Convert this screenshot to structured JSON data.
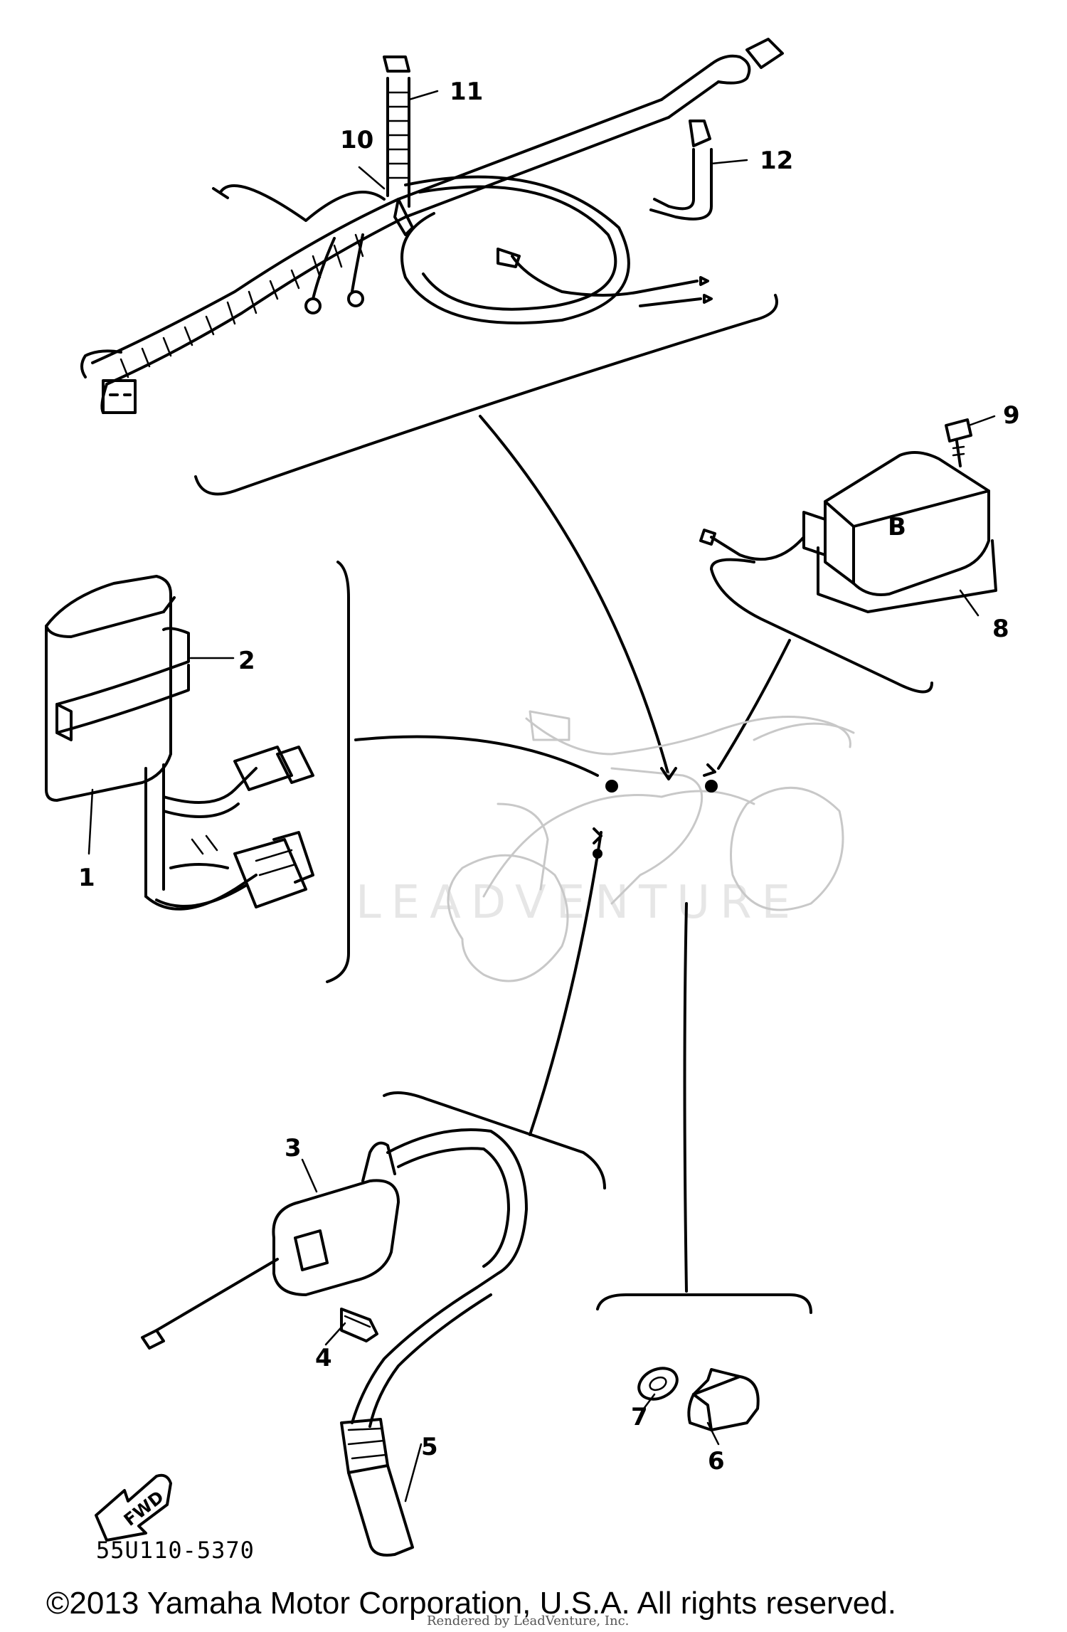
{
  "diagram": {
    "part_labels": {
      "p1": "1",
      "p2": "2",
      "p3": "3",
      "p4": "4",
      "p5": "5",
      "p6": "6",
      "p7": "7",
      "p8": "8",
      "p9": "9",
      "p10": "10",
      "p11": "11",
      "p12": "12"
    },
    "regulator_mark": "B",
    "direction_marker": "FWD",
    "drawing_code": "55U110-5370",
    "watermark": "LEADVENTURE",
    "copyright": "©2013 Yamaha Motor Corporation, U.S.A. All rights reserved.",
    "rendered_by": "Rendered by LeadVenture, Inc."
  }
}
